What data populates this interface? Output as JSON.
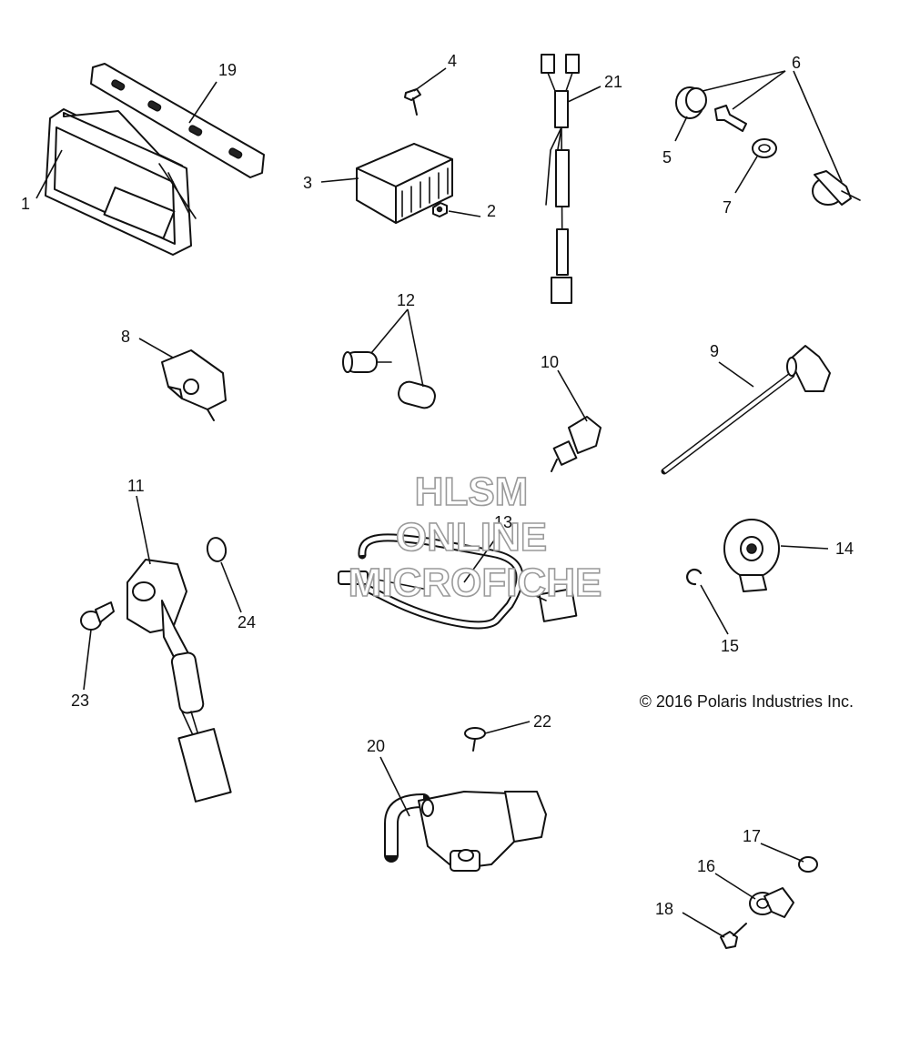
{
  "callouts": {
    "c1": "1",
    "c2": "2",
    "c3": "3",
    "c4": "4",
    "c5": "5",
    "c6": "6",
    "c7": "7",
    "c8": "8",
    "c9": "9",
    "c10": "10",
    "c11": "11",
    "c12": "12",
    "c13": "13",
    "c14": "14",
    "c15": "15",
    "c16": "16",
    "c17": "17",
    "c18": "18",
    "c19": "19",
    "c20": "20",
    "c21": "21",
    "c22": "22",
    "c23": "23",
    "c24": "24"
  },
  "watermark": {
    "line1": "HLSM",
    "line2": "ONLINE",
    "line3": "MICROFICHE"
  },
  "copyright": "© 2016 Polaris Industries Inc."
}
